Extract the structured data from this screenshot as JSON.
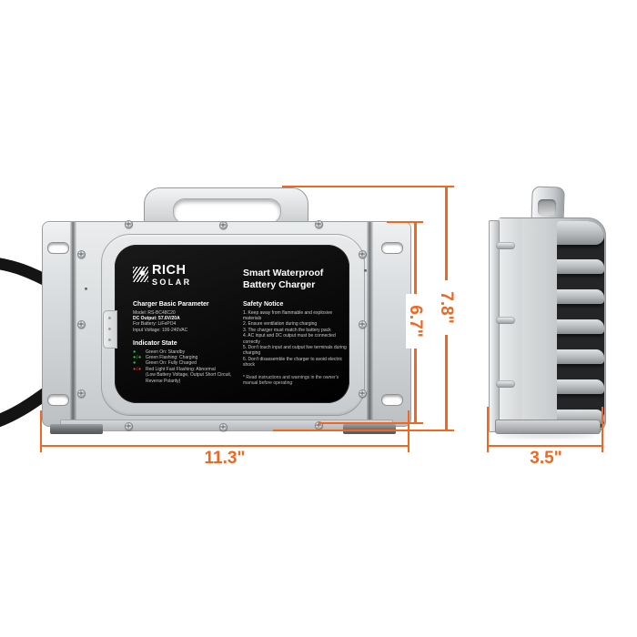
{
  "label": {
    "brand_line1": "RICH",
    "brand_line2": "SOLAR",
    "title_line1": "Smart Waterproof",
    "title_line2": "Battery Charger",
    "basic": {
      "heading": "Charger Basic Parameter",
      "model": "Model: RS-BC48C20",
      "dc_output": "DC Output: 57.6V/20A",
      "battery": "For Battery: LiFePO4",
      "input": "Input Voltage: 100-240VAC"
    },
    "indicator": {
      "heading": "Indicator State",
      "rows": [
        {
          "dots": "●",
          "text": "Green On: Standby"
        },
        {
          "dots": "●/●",
          "text": "Green Flashing: Charging"
        },
        {
          "dots": "●",
          "text": "Green On: Fully Charged"
        },
        {
          "dots": "●/●",
          "text": "Red Light Fast Flashing: Abnormal"
        }
      ],
      "abnormal_detail_line1": "(Low Battery Voltage, Output Short Circuit,",
      "abnormal_detail_line2": "Reverse Polarity)"
    },
    "safety": {
      "heading": "Safety Notice",
      "items": [
        "1. Keep away from flammable and explosive materials",
        "2. Ensure ventilation during charging",
        "3. The charger must match the battery pack",
        "4. AC input and DC output must be connected correctly",
        "5. Don't touch input and output live terminals during charging",
        "6. Don't disassemble the charger to avoid electric shock"
      ],
      "footnote": "* Read instructions and warnings in the owner's manual before operating"
    }
  },
  "dimensions": {
    "width": "11.3\"",
    "overall_height": "7.8\"",
    "body_height": "6.7\"",
    "depth": "3.5\""
  },
  "colors": {
    "dimension_line": "#F2661F",
    "label_background": "#0B0B0B",
    "led_green": "#3DB54A",
    "led_red": "#E8352B",
    "body_silver": "#CDD0D3"
  }
}
